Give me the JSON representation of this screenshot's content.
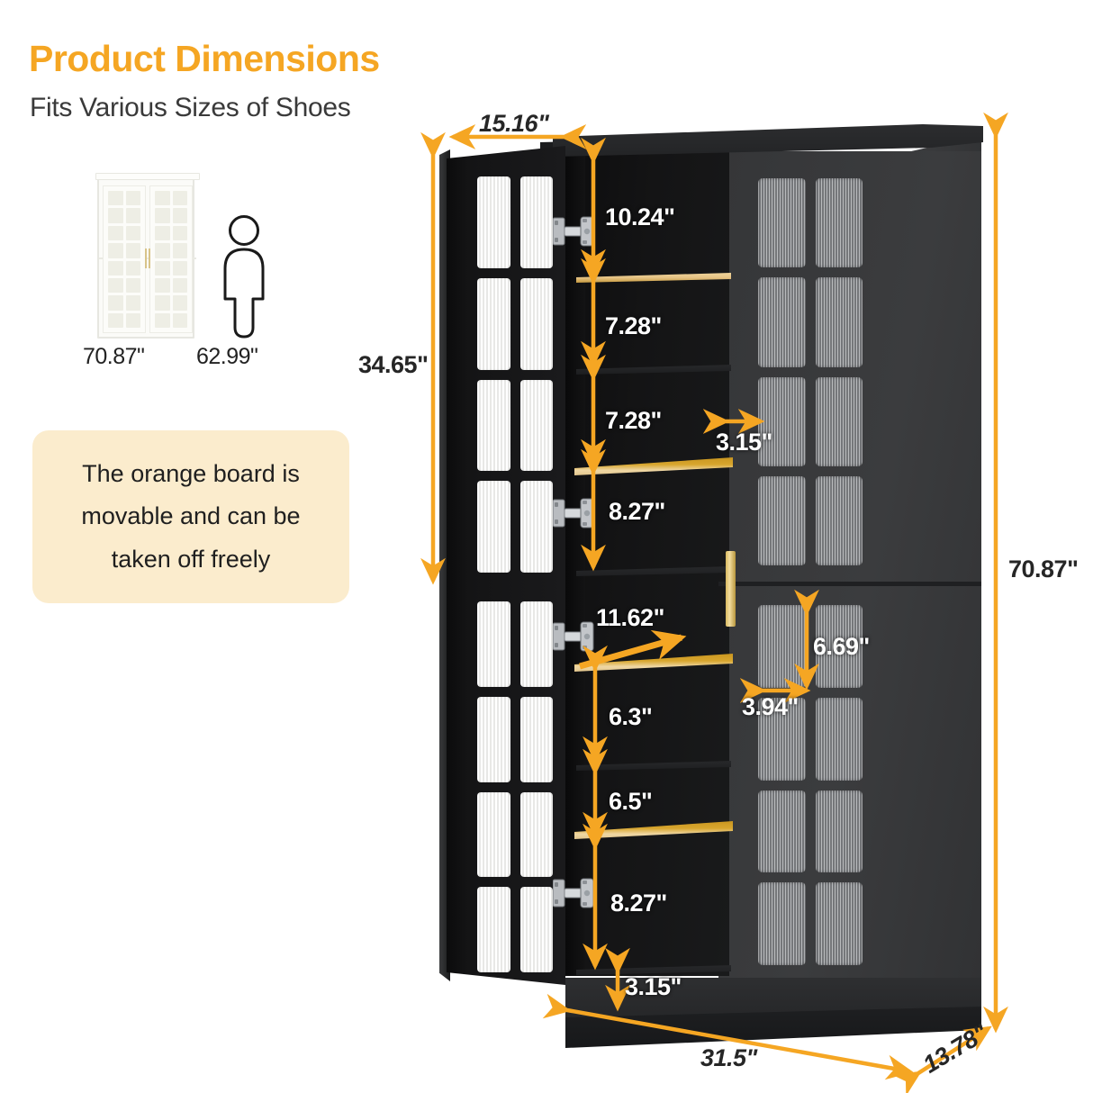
{
  "header": {
    "title": "Product Dimensions",
    "subtitle": "Fits Various Sizes of Shoes"
  },
  "comparison": {
    "cabinet_icon": "cabinet-icon",
    "person_icon": "person-icon",
    "cabinet_height": "70.87\"",
    "person_height": "62.99\""
  },
  "note": {
    "text": "The orange board is movable and can be taken off freely"
  },
  "colors": {
    "accent_orange": "#F5A623",
    "note_background": "#FBECCD",
    "cabinet_black": "#3B3C3E",
    "shelf_orange": "#D8A62E",
    "handle_gold": "#D9B95F",
    "white_text": "#FFFFFF",
    "dark_text": "#262626"
  },
  "dimensions": {
    "depth_top": "15.16\"",
    "upper_door_height": "34.65\"",
    "total_height": "70.87\"",
    "top_compartment": "10.24\"",
    "shelf_gap_1": "7.28\"",
    "shelf_gap_2": "7.28\"",
    "shelf_gap_3": "8.27\"",
    "door_clearance": "3.15\"",
    "orange_board_depth": "11.62\"",
    "lower_gap_1": "6.3\"",
    "lower_gap_2": "6.5\"",
    "lower_gap_3": "8.27\"",
    "pane_height": "6.69\"",
    "pane_width": "3.94\"",
    "plinth_height": "3.15\"",
    "total_width": "31.5\"",
    "total_depth": "13.78\""
  },
  "chart_data": {
    "type": "table",
    "title": "Product Dimensions",
    "subtitle": "Fits Various Sizes of Shoes",
    "unit": "inches",
    "overall": {
      "width": 31.5,
      "depth": 13.78,
      "height": 70.87
    },
    "measurements": [
      {
        "label": "15.16\"",
        "value": 15.16,
        "desc": "open door depth / top depth",
        "orientation": "horizontal"
      },
      {
        "label": "34.65\"",
        "value": 34.65,
        "desc": "upper door height",
        "orientation": "vertical"
      },
      {
        "label": "70.87\"",
        "value": 70.87,
        "desc": "total cabinet height",
        "orientation": "vertical"
      },
      {
        "label": "10.24\"",
        "value": 10.24,
        "desc": "top compartment height",
        "orientation": "vertical"
      },
      {
        "label": "7.28\"",
        "value": 7.28,
        "desc": "upper shelf gap 1",
        "orientation": "vertical"
      },
      {
        "label": "7.28\"",
        "value": 7.28,
        "desc": "upper shelf gap 2",
        "orientation": "vertical"
      },
      {
        "label": "8.27\"",
        "value": 8.27,
        "desc": "upper bottom compartment",
        "orientation": "vertical"
      },
      {
        "label": "3.15\"",
        "value": 3.15,
        "desc": "door thickness clearance",
        "orientation": "horizontal"
      },
      {
        "label": "11.62\"",
        "value": 11.62,
        "desc": "movable orange board depth",
        "orientation": "diagonal"
      },
      {
        "label": "6.3\"",
        "value": 6.3,
        "desc": "lower shelf gap 1",
        "orientation": "vertical"
      },
      {
        "label": "6.5\"",
        "value": 6.5,
        "desc": "lower shelf gap 2",
        "orientation": "vertical"
      },
      {
        "label": "8.27\"",
        "value": 8.27,
        "desc": "lower bottom compartment",
        "orientation": "vertical"
      },
      {
        "label": "6.69\"",
        "value": 6.69,
        "desc": "glass pane height",
        "orientation": "vertical"
      },
      {
        "label": "3.94\"",
        "value": 3.94,
        "desc": "glass pane width",
        "orientation": "horizontal"
      },
      {
        "label": "3.15\"",
        "value": 3.15,
        "desc": "plinth / base height",
        "orientation": "vertical"
      },
      {
        "label": "31.5\"",
        "value": 31.5,
        "desc": "total width",
        "orientation": "horizontal"
      },
      {
        "label": "13.78\"",
        "value": 13.78,
        "desc": "total depth",
        "orientation": "diagonal"
      }
    ],
    "comparison": [
      {
        "label": "70.87\"",
        "value": 70.87,
        "desc": "cabinet"
      },
      {
        "label": "62.99\"",
        "value": 62.99,
        "desc": "average person"
      }
    ]
  }
}
